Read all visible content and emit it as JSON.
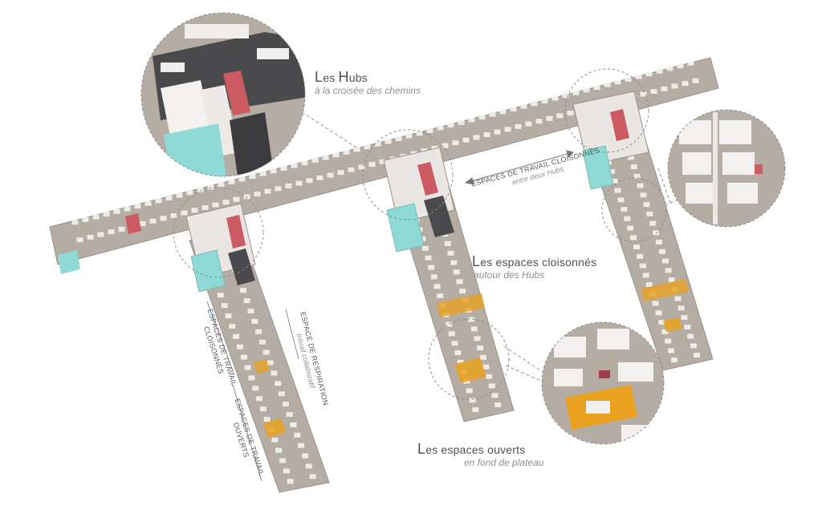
{
  "labels": {
    "hubs": {
      "title_initial": "L",
      "title_rest": "es ",
      "title_h": "H",
      "title_tail": "ubs",
      "subtitle": "à la croisée des chemins"
    },
    "travail_between": {
      "title": "ESPACES DE TRAVAIL CLOISONNÉS",
      "subtitle": "entre deux Hubs"
    },
    "cloisonnes": {
      "title_initial": "L",
      "title_rest": "es espaces cloisonnés",
      "subtitle": "autour des Hubs"
    },
    "ouverts": {
      "title_initial": "L",
      "title_rest": "es espaces ouverts",
      "subtitle": "en fond de plateau"
    },
    "vertical_1": {
      "line1": "ESPACES DE TRAVAIL",
      "line2": "CLOISONNÉS"
    },
    "vertical_2": {
      "line1": "ESPACE DE RESPIRATION",
      "line2": "travail collaboratif"
    },
    "vertical_3": {
      "line1": "ESPACES DE TRAVAIL",
      "line2": "OUVERTS"
    }
  },
  "colors": {
    "floor": "#b5aca4",
    "wall": "#e9e6e3",
    "outline": "#9a928b",
    "desk": "#f4f3f1",
    "dark_floor": "#4a4a4c",
    "stair_cyan": "#8fd9d6",
    "kitchen_red": "#cc5a63",
    "accent_yellow": "#e9a11f",
    "leader": "#8a8a8a"
  }
}
